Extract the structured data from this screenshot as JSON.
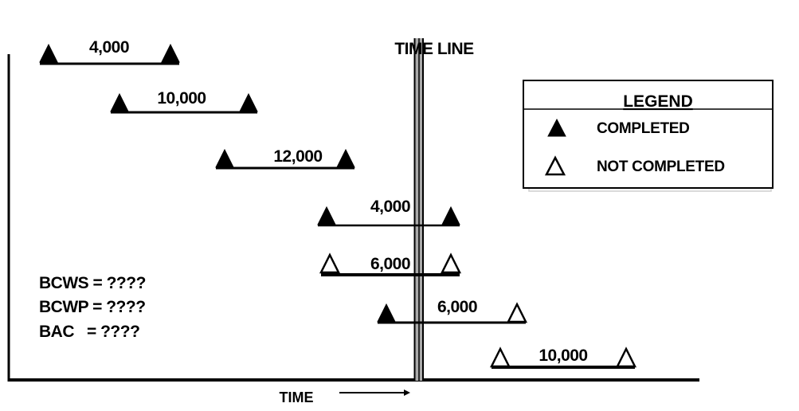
{
  "timeline_label": "TIME LINE",
  "time_axis_label": "TIME",
  "legend": {
    "title": "LEGEND",
    "completed_label": "COMPLETED",
    "not_completed_label": "NOT COMPLETED"
  },
  "metrics": {
    "bcws": "BCWS = ????",
    "bcwp": "BCWP = ????",
    "bac": "BAC   = ????"
  },
  "tasks": [
    {
      "value": "4,000",
      "start": "completed",
      "end": "completed"
    },
    {
      "value": "10,000",
      "start": "completed",
      "end": "completed"
    },
    {
      "value": "12,000",
      "start": "completed",
      "end": "completed"
    },
    {
      "value": "4,000",
      "start": "completed",
      "end": "completed"
    },
    {
      "value": "6,000",
      "start": "not_completed",
      "end": "not_completed"
    },
    {
      "value": "6,000",
      "start": "completed",
      "end": "not_completed"
    },
    {
      "value": "10,000",
      "start": "not_completed",
      "end": "not_completed"
    }
  ],
  "colors": {
    "ink": "#000000",
    "completed_fill": "#000000",
    "not_completed_fill": "#ffffff",
    "timeline_fill": "#aaaaaa"
  }
}
